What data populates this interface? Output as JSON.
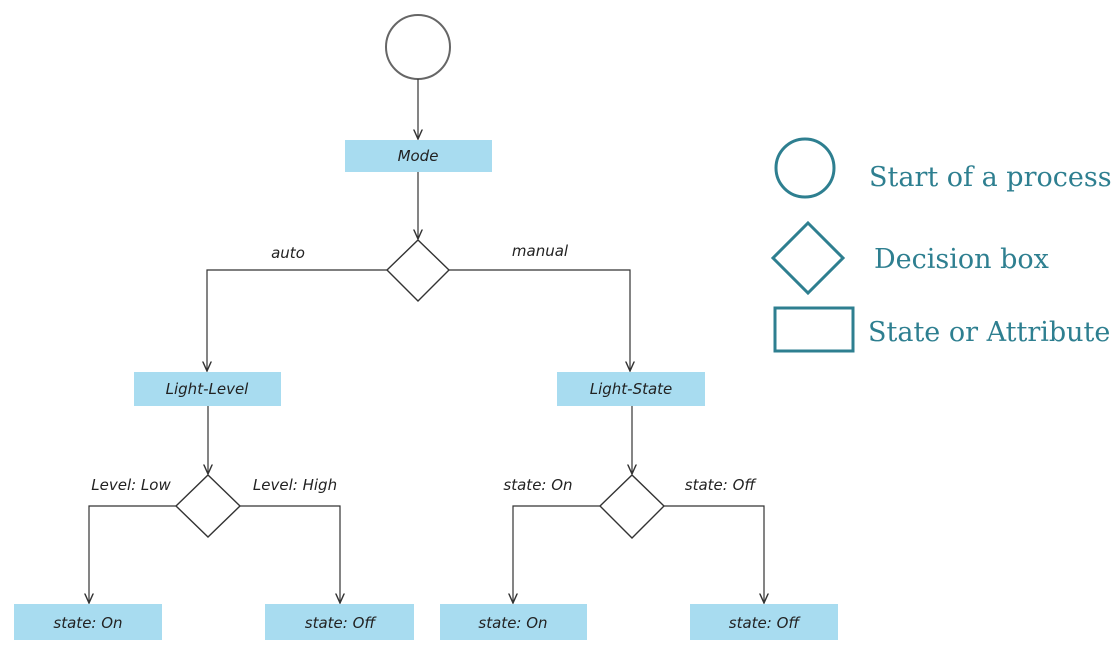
{
  "nodes": {
    "mode": "Mode",
    "light_level": "Light-Level",
    "light_state": "Light-State",
    "leaf_ll_on": "state: On",
    "leaf_ll_off": "state: Off",
    "leaf_ls_on": "state: On",
    "leaf_ls_off": "state: Off"
  },
  "edges": {
    "auto": "auto",
    "manual": "manual",
    "level_low": "Level: Low",
    "level_high": "Level: High",
    "state_on": "state: On",
    "state_off": "state: Off"
  },
  "legend": {
    "start": "Start of a process",
    "decision": "Decision box",
    "state": "State or Attribute"
  },
  "colors": {
    "box_fill": "#a8dcf0",
    "legend": "#2e7f90"
  }
}
